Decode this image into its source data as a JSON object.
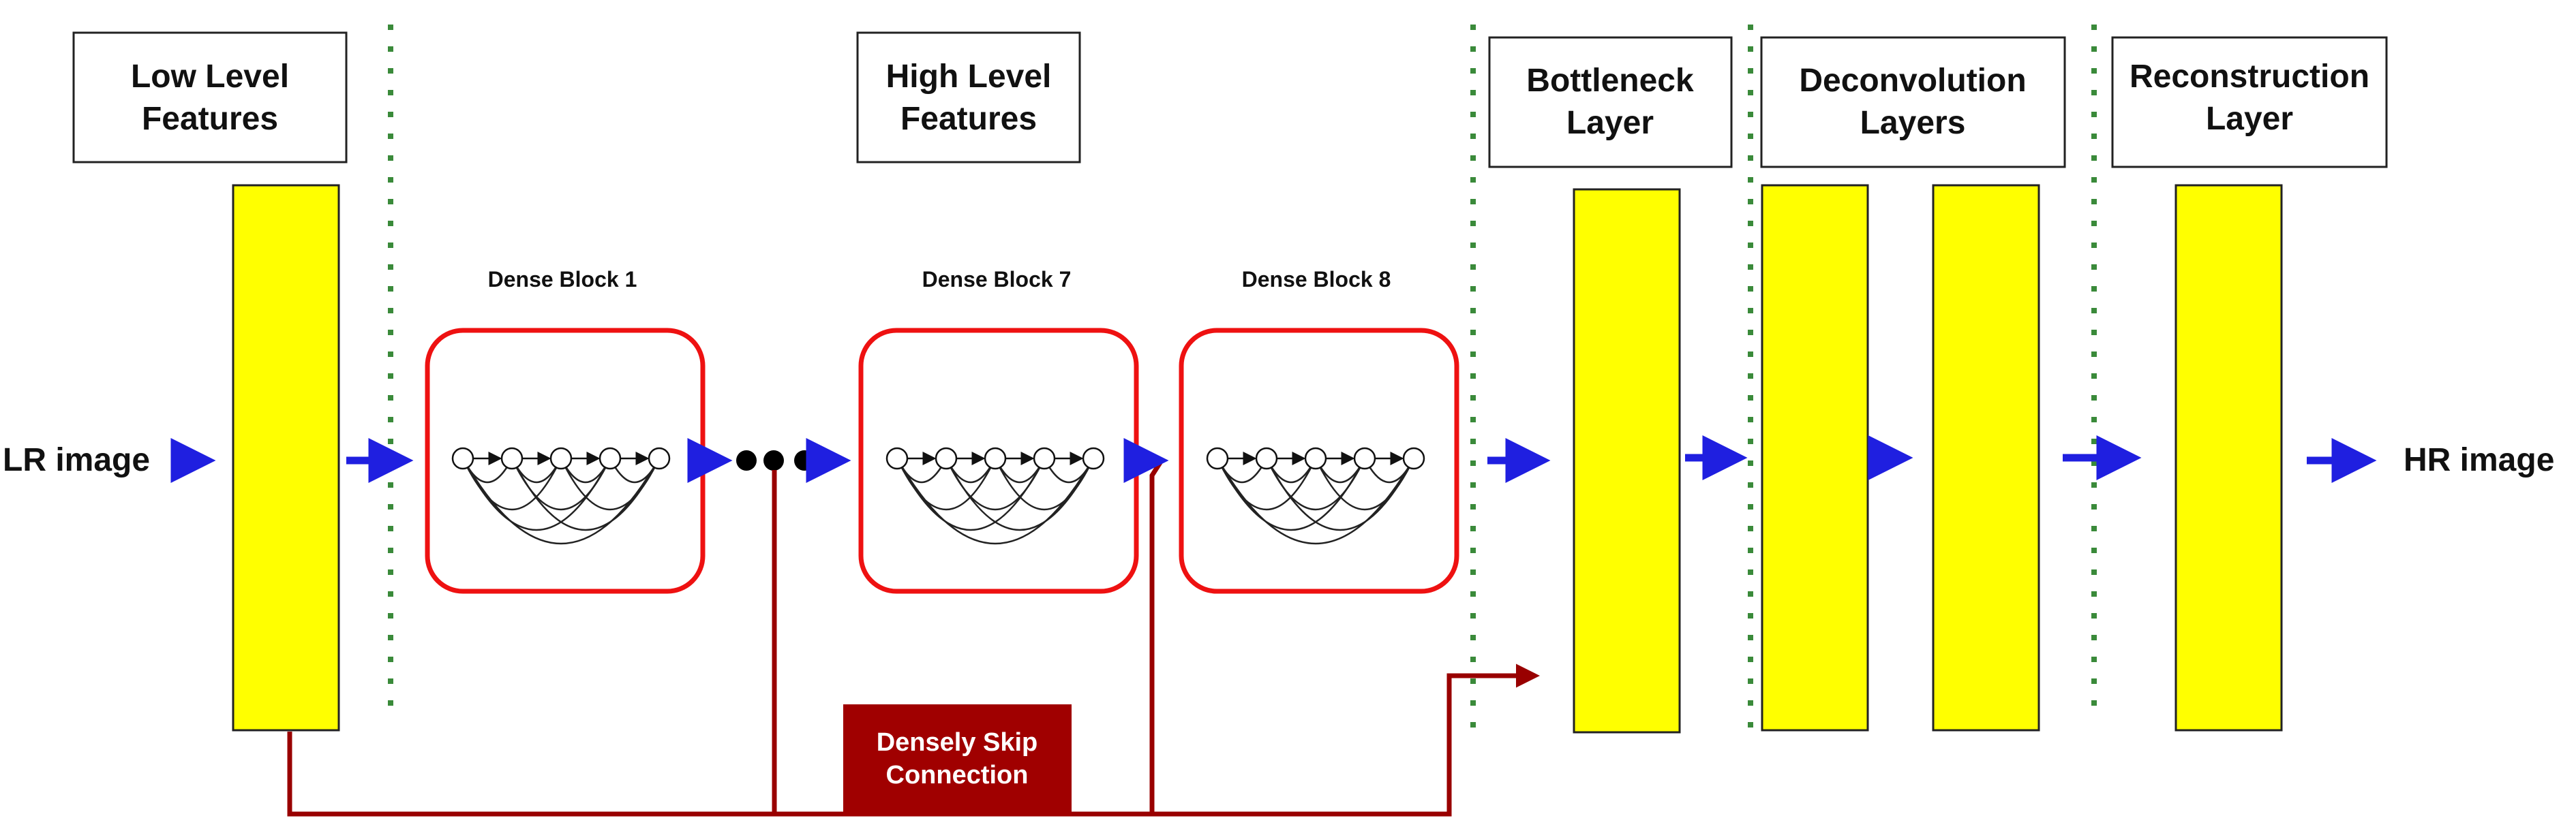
{
  "headers": {
    "low_level": [
      "Low Level",
      "Features"
    ],
    "high_level": [
      "High Level",
      "Features"
    ],
    "bottleneck": [
      "Bottleneck",
      "Layer"
    ],
    "deconvolution": [
      "Deconvolution",
      "Layers"
    ],
    "reconstruction": [
      "Reconstruction",
      "Layer"
    ]
  },
  "dense_blocks": [
    "Dense Block 1",
    "Dense Block 7",
    "Dense Block 8"
  ],
  "input_label": "LR image",
  "output_label": "HR image",
  "skip_label": [
    "Densely Skip",
    "Connection"
  ],
  "colors": {
    "layer_fill": "#ffff00",
    "block_border": "#ee1111",
    "flow_arrow": "#1f1fe0",
    "skip_line": "#990000",
    "separator": "#3a8a3a"
  }
}
